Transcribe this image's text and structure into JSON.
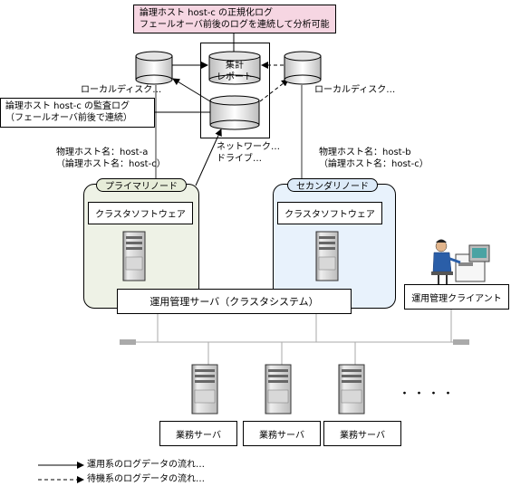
{
  "callouts": {
    "log_title_line1": "論理ホスト host-c の正規化ログ",
    "log_title_line2": "フェールオーバ前後のログを連続して分析可能",
    "audit_line1": "論理ホスト host-c の監査ログ",
    "audit_line2": "（フェールオーバ前後で連続）"
  },
  "storage": {
    "local_disk_left": "ローカルディスク…",
    "local_disk_right": "ローカルディスク…",
    "report_line1": "集計",
    "report_line2": "レポート",
    "network_drive_line1": "ネットワーク…",
    "network_drive_line2": "ドライブ…"
  },
  "hosts": {
    "primary_phys": "物理ホスト名：host-a",
    "primary_logical": "（論理ホスト名：host-c）",
    "secondary_phys": "物理ホスト名：host-b",
    "secondary_logical": "（論理ホスト名：host-c）"
  },
  "nodes": {
    "primary_label": "プライマリノード",
    "secondary_label": "セカンダリノード",
    "cluster_sw_primary": "クラスタソフトウェア",
    "cluster_sw_secondary": "クラスタソフトウェア"
  },
  "ops": {
    "server": "運用管理サーバ（クラスタシステム）",
    "client": "運用管理クライアント"
  },
  "business": {
    "server1": "業務サーバ",
    "server2": "業務サーバ",
    "server3": "業務サーバ",
    "ellipsis": "・・・・"
  },
  "legend": {
    "active": "運用系のログデータの流れ…",
    "standby": "待機系のログデータの流れ…"
  },
  "colors": {
    "pink": "#f6d6e2",
    "primary_fill": "#eef2e6",
    "secondary_fill": "#e8f2fc",
    "primary_tag": "#e6ecd8",
    "secondary_tag": "#dceaf8"
  }
}
